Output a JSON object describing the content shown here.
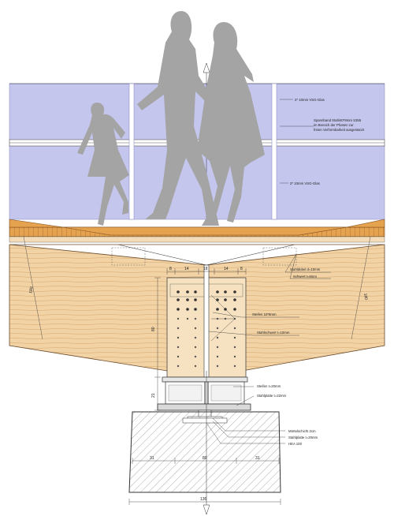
{
  "labels": {
    "glass_top": "2* 10mm VSG-Glas",
    "glass_bottom": "2* 10mm VSG-Glas",
    "spannband_1": "Spannband Stahl40*8mm  S355",
    "spannband_2": "im Bereich der Pfosten zur",
    "spannband_3": "freien Verformbarkeit ausgestanzt",
    "stahlduebel": "Stahldübel d=10mm",
    "schwert_8": "Schwert t=8mm",
    "steifen_10": "Steifen 10*8mm",
    "stahlschwert": "Stahlschwert t=10mm",
    "steifen_20": "Steifen t=20mm",
    "stahlplatte_22": "Stahlplatte t=22mm",
    "moertel": "Mörtelschicht 2cm",
    "stahlplatte_20": "Stahlplatte t=20mm",
    "hea": "HEA 100"
  },
  "dims": {
    "left_slope": "180",
    "right_slope": "180",
    "d8a": "8",
    "d14a": "14",
    "d18": "18",
    "d14b": "14",
    "d8b": "8",
    "d80": "80",
    "d21": "21",
    "base_left": "31",
    "base_mid": "80",
    "base_right": "31",
    "total": "136"
  },
  "colors": {
    "glass": "#c5c6ee",
    "glass_edge": "#8f92c8",
    "wood": "#f1d3a6",
    "wood_grain": "#d7a66b",
    "deck": "#e5a24f",
    "deck_dark": "#7a4a1a",
    "figure": "#a4a4a4",
    "steel": "#e6e6e6",
    "concrete_hatch": "#777777"
  }
}
